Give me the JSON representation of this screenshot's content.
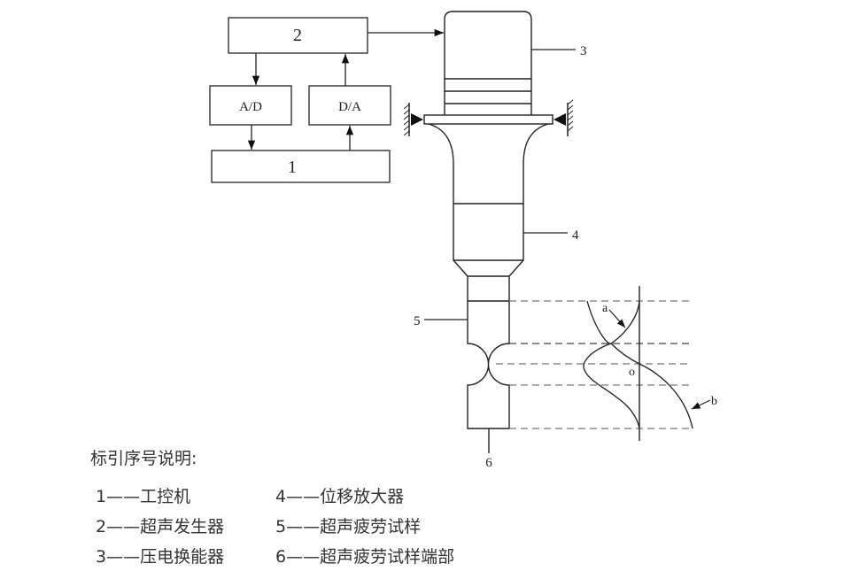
{
  "diagram": {
    "blocks": {
      "generator": "2",
      "ad": "A/D",
      "da": "D/A",
      "computer": "1"
    },
    "callouts": {
      "transducer": "3",
      "amplifier": "4",
      "specimen": "5",
      "specimen_end": "6"
    },
    "curve_labels": {
      "a": "a",
      "b": "b",
      "origin": "o"
    }
  },
  "legend": {
    "title": "标引序号说明:",
    "items": [
      {
        "text": "1——工控机"
      },
      {
        "text": "2——超声发生器"
      },
      {
        "text": "3——压电换能器"
      },
      {
        "text": "4——位移放大器"
      },
      {
        "text": "5——超声疲劳试样"
      },
      {
        "text": "6——超声疲劳试样端部"
      }
    ]
  }
}
